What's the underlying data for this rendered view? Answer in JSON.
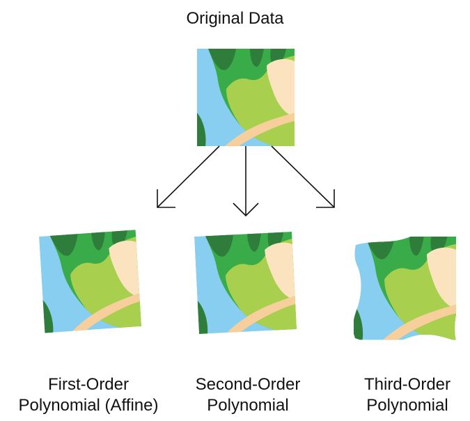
{
  "title": "Original Data",
  "panels": [
    {
      "line1": "First-Order",
      "line2": "Polynomial (Affine)"
    },
    {
      "line1": "Second-Order",
      "line2": "Polynomial"
    },
    {
      "line1": "Third-Order",
      "line2": "Polynomial"
    }
  ],
  "colors": {
    "water": "#87cef0",
    "forest_dark": "#2e7d3a",
    "forest": "#3aab49",
    "grass_light": "#a8d04e",
    "sand": "#fbe3bf",
    "road": "#f7cf9c",
    "arrow": "#111111"
  }
}
